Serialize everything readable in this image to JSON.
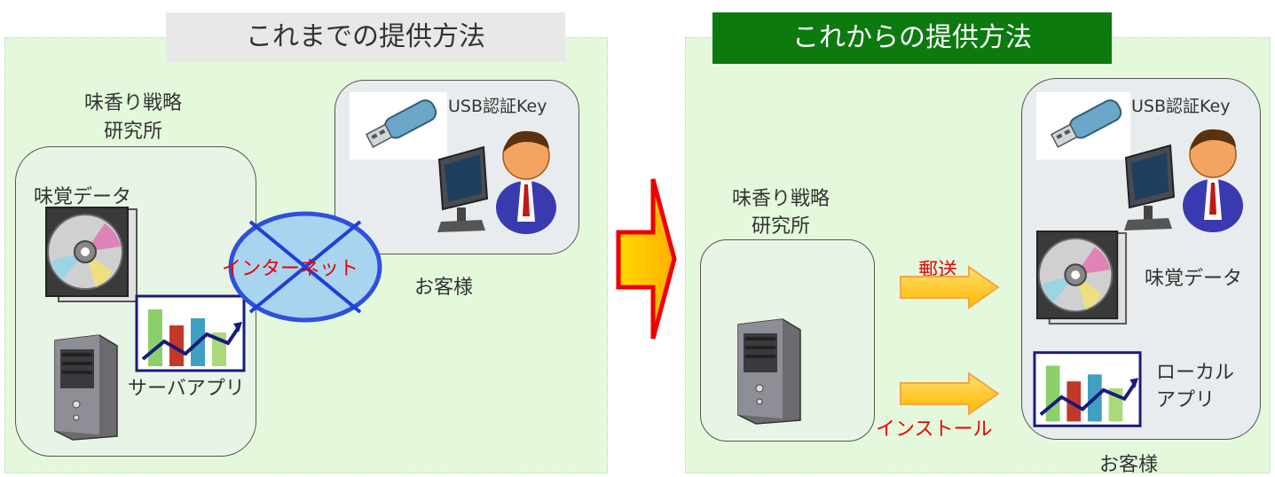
{
  "left": {
    "title": "これまでの提供方法",
    "lab_label_line1": "味香り戦略",
    "lab_label_line2": "研究所",
    "taste_data_label": "味覚データ",
    "server_app_label": "サーバアプリ",
    "usb_label": "USB認証Key",
    "internet_label": "インターネット",
    "customer_label": "お客様"
  },
  "right": {
    "title": "これからの提供方法",
    "lab_label_line1": "味香り戦略",
    "lab_label_line2": "研究所",
    "mail_label": "郵送",
    "install_label": "インストール",
    "usb_label": "USB認証Key",
    "taste_data_label": "味覚データ",
    "local_app_line1": "ローカル",
    "local_app_line2": "アプリ",
    "customer_label": "お客様"
  },
  "colors": {
    "panel_bg": "#e4f9dc",
    "old_title_bg": "#e8e8e8",
    "new_title_bg": "#0d7a10",
    "red_text": "#ee0000",
    "arrow_orange": "#ffc400"
  }
}
